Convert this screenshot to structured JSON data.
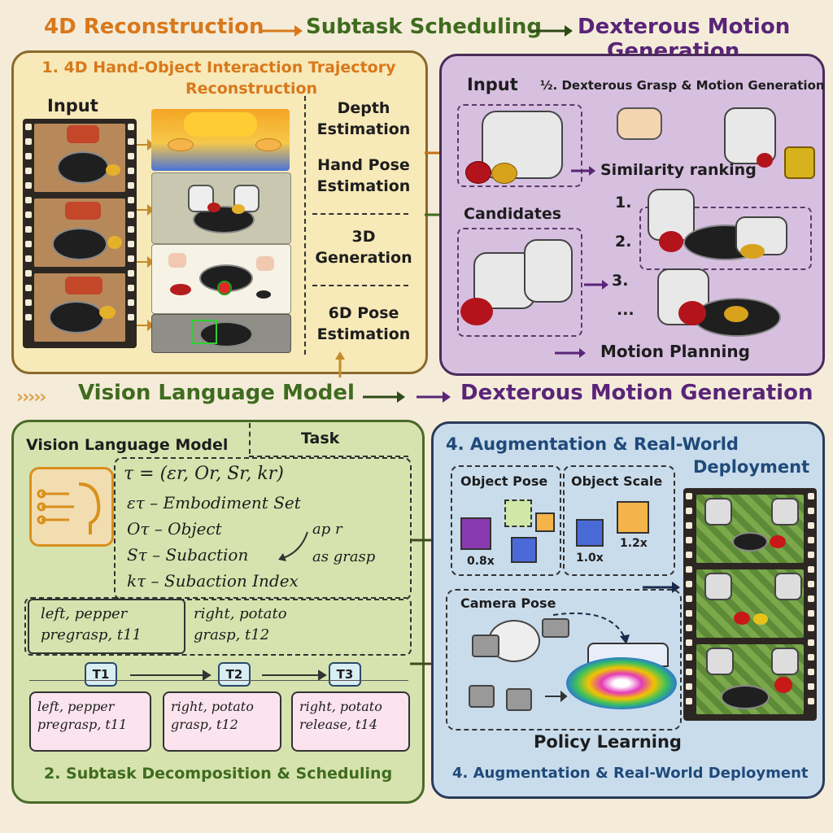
{
  "header": {
    "step1": "4D Reconstruction",
    "step2": "Subtask Scheduling",
    "step3a": "Dexterous Motion",
    "step3b": "Generation"
  },
  "panel1": {
    "title_line1": "1. 4D Hand-Object Interaction Trajectory",
    "title_line2": "Reconstruction",
    "input_label": "Input",
    "stages": [
      {
        "line1": "Depth",
        "line2": "Estimation"
      },
      {
        "line1": "Hand Pose",
        "line2": "Estimation"
      },
      {
        "line1": "3D",
        "line2": "Generation"
      },
      {
        "line1": "6D Pose",
        "line2": "Estimation"
      }
    ]
  },
  "panel3": {
    "input_label": "Input",
    "title": "½. Dexterous Grasp & Motion Generation",
    "similarity": "Similarity ranking",
    "candidates": "Candidates",
    "ranks": [
      "1.",
      "2.",
      "3.",
      "..."
    ],
    "motion_planning": "Motion Planning"
  },
  "middle": {
    "vlm": "Vision Language Model",
    "dmg": "Dexterous Motion Generation"
  },
  "panel2": {
    "tab_vlm": "Vision Language Model",
    "tab_task": "Task",
    "formula": "τ = (εr, Or, Sr, kr)",
    "defs": [
      "ετ – Embodiment Set",
      "Oτ – Object",
      "Sτ – Subaction",
      "kτ – Subaction Index"
    ],
    "side_a": "ap r",
    "side_b": "as grasp",
    "left_box": {
      "line1": "left, pepper",
      "line2": "pregrasp, t11"
    },
    "right_box": {
      "line1": "right, potato",
      "line2": "grasp, t12"
    },
    "tasks": [
      {
        "label": "T1",
        "line1": "left, pepper",
        "line2": "pregrasp, t11"
      },
      {
        "label": "T2",
        "line1": "right, potato",
        "line2": "grasp, t12"
      },
      {
        "label": "T3",
        "line1": "right, potato",
        "line2": "release, t14"
      }
    ],
    "footer": "2. Subtask Decomposition & Scheduling"
  },
  "panel4": {
    "title_line1": "4. Augmentation & Real-World",
    "title_line2": "Deployment",
    "object_pose": "Object Pose",
    "object_scale": "Object Scale",
    "scale_a": "0.8x",
    "scale_b": "1.0x",
    "scale_c": "1.2x",
    "camera_pose": "Camera Pose",
    "policy": "Policy Learning",
    "footer": "4. Augmentation & Real-World Deployment"
  },
  "colors": {
    "orange": "#d9781b",
    "green": "#3f6b1f",
    "purple": "#5a2478",
    "blue": "#1f4a7a",
    "panel1_bg": "#f7e9b8",
    "panel2_bg": "#d6e3ae",
    "panel3_bg": "#d7bfe0",
    "panel4_bg": "#c9dcec"
  }
}
